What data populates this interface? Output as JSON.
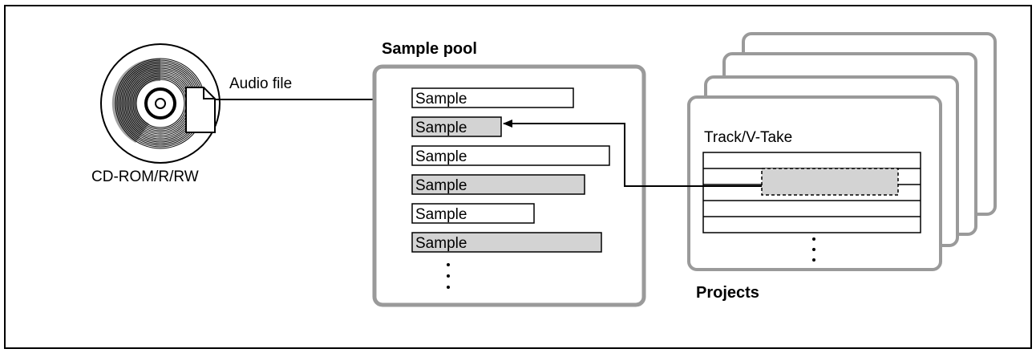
{
  "source": {
    "media_label": "CD-ROM/R/RW",
    "file_label": "Audio file"
  },
  "sample_pool": {
    "title": "Sample pool",
    "samples": [
      {
        "label": "Sample",
        "shaded": false
      },
      {
        "label": "Sample",
        "shaded": true
      },
      {
        "label": "Sample",
        "shaded": false
      },
      {
        "label": "Sample",
        "shaded": true
      },
      {
        "label": "Sample",
        "shaded": false
      },
      {
        "label": "Sample",
        "shaded": true
      }
    ]
  },
  "projects": {
    "title": "Projects",
    "track_header": "Track/V-Take"
  },
  "colors": {
    "sample_fill": "#d3d3d3",
    "box_stroke": "#9a9a9a",
    "line": "#000000"
  }
}
